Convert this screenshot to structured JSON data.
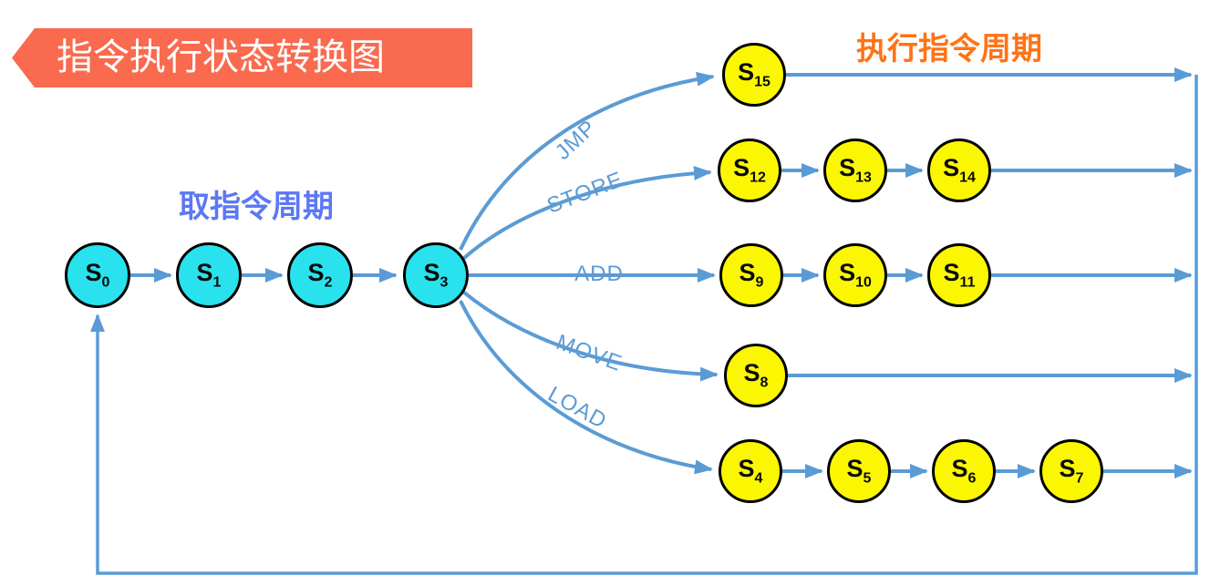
{
  "title_banner": {
    "label": "指令执行状态转换图"
  },
  "section_headings": {
    "fetch_cycle": "取指令周期",
    "execute_cycle": "执行指令周期"
  },
  "branch_labels": {
    "jmp": "JMP",
    "store": "STORE",
    "add": "ADD",
    "move": "MOVE",
    "load": "LOAD"
  },
  "nodes": {
    "fetch": [
      {
        "base": "S",
        "sub": "0"
      },
      {
        "base": "S",
        "sub": "1"
      },
      {
        "base": "S",
        "sub": "2"
      },
      {
        "base": "S",
        "sub": "3"
      }
    ],
    "execute": {
      "jmp_row": [
        {
          "base": "S",
          "sub": "15"
        }
      ],
      "store_row": [
        {
          "base": "S",
          "sub": "12"
        },
        {
          "base": "S",
          "sub": "13"
        },
        {
          "base": "S",
          "sub": "14"
        }
      ],
      "add_row": [
        {
          "base": "S",
          "sub": "9"
        },
        {
          "base": "S",
          "sub": "10"
        },
        {
          "base": "S",
          "sub": "11"
        }
      ],
      "move_row": [
        {
          "base": "S",
          "sub": "8"
        }
      ],
      "load_row": [
        {
          "base": "S",
          "sub": "4"
        },
        {
          "base": "S",
          "sub": "5"
        },
        {
          "base": "S",
          "sub": "6"
        },
        {
          "base": "S",
          "sub": "7"
        }
      ]
    }
  },
  "transitions": [
    {
      "from": "S0",
      "to": "S1"
    },
    {
      "from": "S1",
      "to": "S2"
    },
    {
      "from": "S2",
      "to": "S3"
    },
    {
      "from": "S3",
      "to": "S15",
      "label": "JMP"
    },
    {
      "from": "S3",
      "to": "S12",
      "label": "STORE"
    },
    {
      "from": "S12",
      "to": "S13"
    },
    {
      "from": "S13",
      "to": "S14"
    },
    {
      "from": "S3",
      "to": "S9",
      "label": "ADD"
    },
    {
      "from": "S9",
      "to": "S10"
    },
    {
      "from": "S10",
      "to": "S11"
    },
    {
      "from": "S3",
      "to": "S8",
      "label": "MOVE"
    },
    {
      "from": "S3",
      "to": "S4",
      "label": "LOAD"
    },
    {
      "from": "S4",
      "to": "S5"
    },
    {
      "from": "S5",
      "to": "S6"
    },
    {
      "from": "S6",
      "to": "S7"
    },
    {
      "from": "S15, S14, S11, S8, S7",
      "to": "S0",
      "via": "right-edge bus, bottom return line"
    }
  ],
  "colors": {
    "banner_bg": "#F96A4F",
    "banner_text": "#FFFFFF",
    "fetch_heading": "#5C78F3",
    "execute_heading": "#FF7315",
    "fetch_node_fill": "#29E2EE",
    "execute_node_fill": "#FBF702",
    "node_border": "#000000",
    "connector": "#5B9BD5",
    "label_text": "#5B9BD5"
  }
}
